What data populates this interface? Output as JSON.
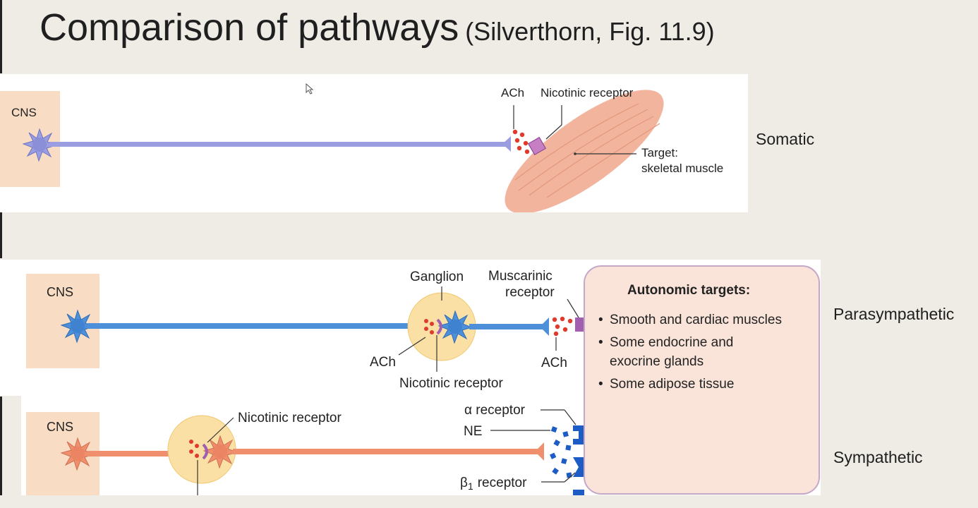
{
  "title": {
    "main": "Comparison of pathways",
    "citation": "(Silverthorn, Fig. 11.9)"
  },
  "somatic": {
    "label": "Somatic",
    "cns": "CNS",
    "ach": "ACh",
    "receptor": "Nicotinic receptor",
    "target_line1": "Target:",
    "target_line2": "skeletal muscle"
  },
  "parasympathetic": {
    "label": "Parasympathetic",
    "cns": "CNS",
    "ganglion": "Ganglion",
    "ach_ganglion": "ACh",
    "nicotinic": "Nicotinic receptor",
    "muscarinic_line1": "Muscarinic",
    "muscarinic_line2": "receptor",
    "ach_target": "ACh"
  },
  "sympathetic": {
    "label": "Sympathetic",
    "cns": "CNS",
    "nicotinic": "Nicotinic receptor",
    "alpha": "α receptor",
    "ne": "NE",
    "beta_symbol": "β",
    "beta_sub": "1",
    "beta_rest": "receptor"
  },
  "targets": {
    "heading": "Autonomic targets:",
    "items": [
      "Smooth and cardiac muscles",
      "Some endocrine and",
      "exocrine glands",
      "Some adipose tissue"
    ]
  },
  "colors": {
    "somatic_neuron": "#9a9de0",
    "para_neuron": "#4d8fd8",
    "symp_neuron": "#ef8f6e",
    "cns_box": "#f8dcc4",
    "ganglion": "#fae0a4",
    "ach_dot": "#e03a2c",
    "ne_square": "#1c5cc4",
    "receptor_purple": "#a25fb0",
    "target_box": "#fae4da",
    "target_border": "#c4a8c8",
    "muscle": "#f2b49c"
  }
}
